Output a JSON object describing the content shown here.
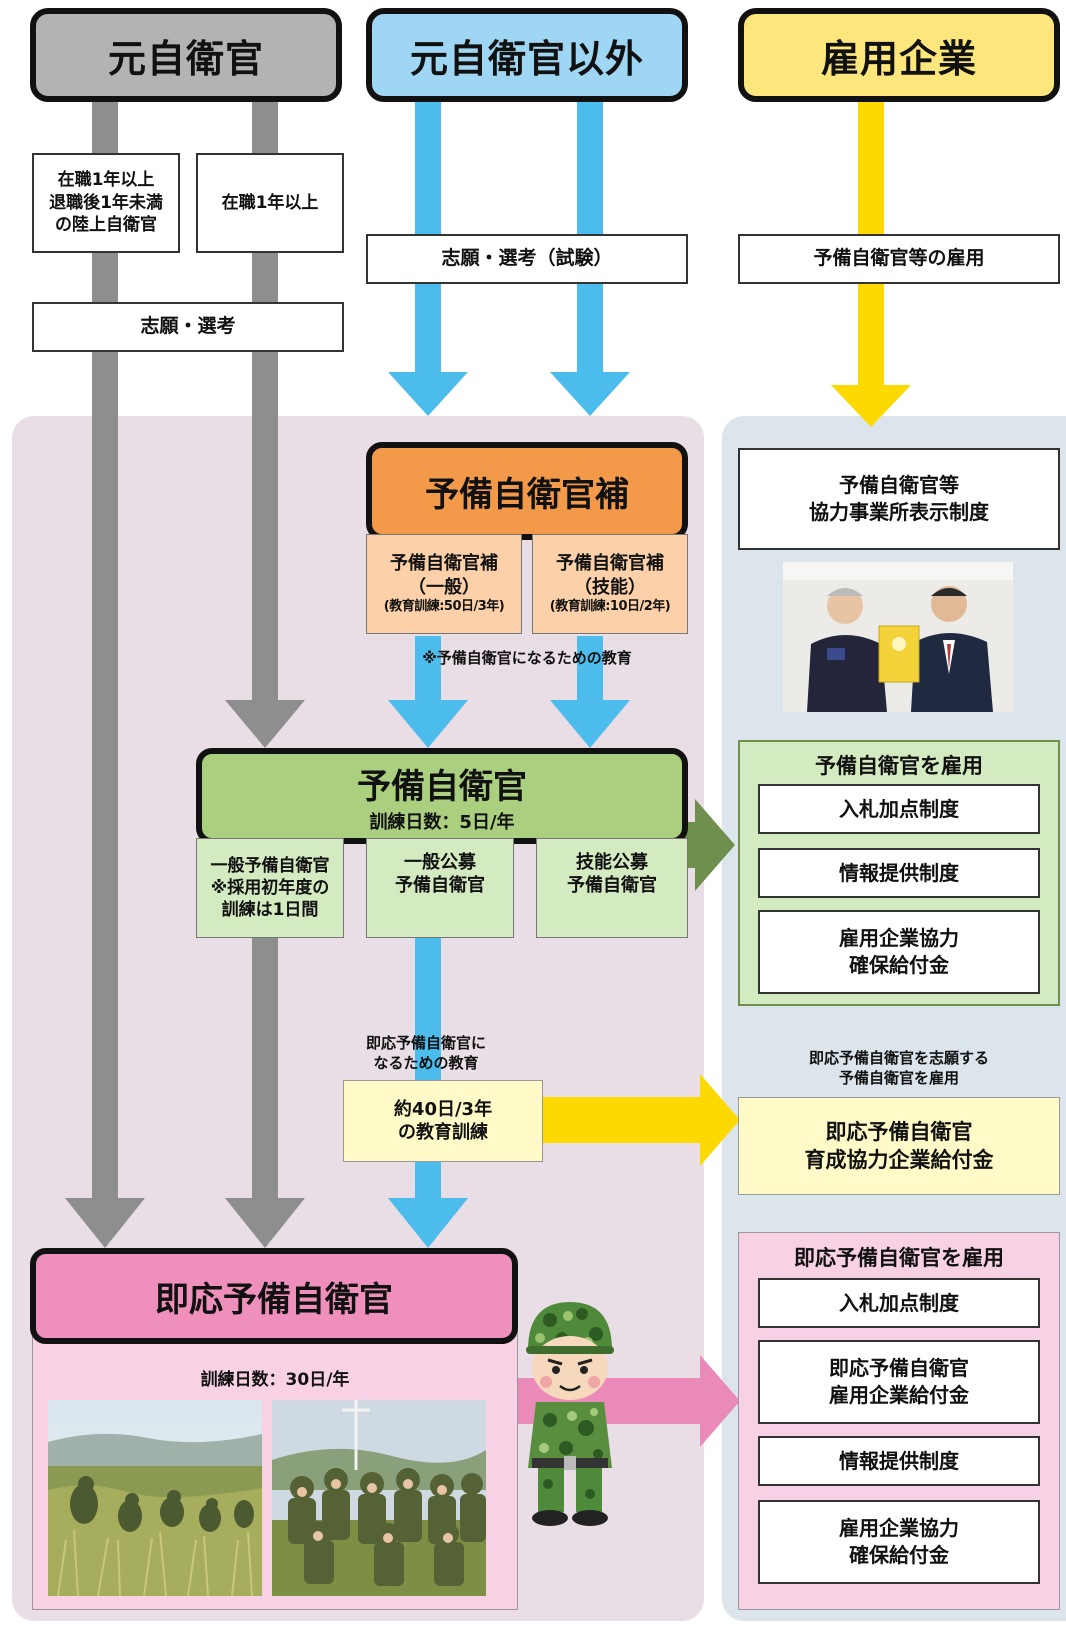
{
  "headers": {
    "former_sdf": "元自衛官",
    "non_former_sdf": "元自衛官以外",
    "employer": "雇用企業"
  },
  "conditions": {
    "left_cond": [
      "在職1年以上",
      "退職後1年未満",
      "の陸上自衛官"
    ],
    "mid_cond": "在職1年以上",
    "apply_select": "志願・選考",
    "apply_exam": "志願・選考（試験）",
    "employ_reserve": "予備自衛官等の雇用"
  },
  "reserve_candidate": {
    "title": "予備自衛官補",
    "general": [
      "予備自衛官補",
      "（一般）",
      "(教育訓練:50日/3年)"
    ],
    "technical": [
      "予備自衛官補",
      "（技能）",
      "(教育訓練:10日/2年)"
    ],
    "note": "※予備自衛官になるための教育"
  },
  "reserve": {
    "title": "予備自衛官",
    "training": "訓練日数：5日/年",
    "types": [
      [
        "一般予備自衛官",
        "※採用初年度の",
        "訓練は1日間"
      ],
      [
        "一般公募",
        "予備自衛官"
      ],
      [
        "技能公募",
        "予備自衛官"
      ]
    ]
  },
  "ready_education": {
    "note": [
      "即応予備自衛官に",
      "なるための教育"
    ],
    "box": [
      "約40日/3年",
      "の教育訓練"
    ]
  },
  "ready_reserve": {
    "title": "即応予備自衛官",
    "training": "訓練日数：30日/年"
  },
  "employer_side": {
    "display_system": [
      "予備自衛官等",
      "協力事業所表示制度"
    ],
    "hire_reserve": {
      "title": "予備自衛官を雇用",
      "items": [
        [
          "入札加点制度"
        ],
        [
          "情報提供制度"
        ],
        [
          "雇用企業協力",
          "確保給付金"
        ]
      ]
    },
    "hire_applicant_note": [
      "即応予備自衛官を志願する",
      "予備自衛官を雇用"
    ],
    "training_grant": [
      "即応予備自衛官",
      "育成協力企業給付金"
    ],
    "hire_ready": {
      "title": "即応予備自衛官を雇用",
      "items": [
        [
          "入札加点制度"
        ],
        [
          "即応予備自衛官",
          "雇用企業給付金"
        ],
        [
          "情報提供制度"
        ],
        [
          "雇用企業協力",
          "確保給付金"
        ]
      ]
    }
  },
  "colors": {
    "gray_arrow": "#8e8e8e",
    "blue_arrow": "#4cbcec",
    "yellow_arrow": "#fcd900",
    "green_arrow": "#6f8f4e",
    "pink_arrow": "#e98ab8",
    "header_gray": "#b3b3b3",
    "header_blue": "#9fd6f3",
    "header_yellow": "#fde77c",
    "candidate_orange": "#f2994a",
    "reserve_green": "#a9cf7f",
    "ready_pink": "#ef8fbc"
  }
}
